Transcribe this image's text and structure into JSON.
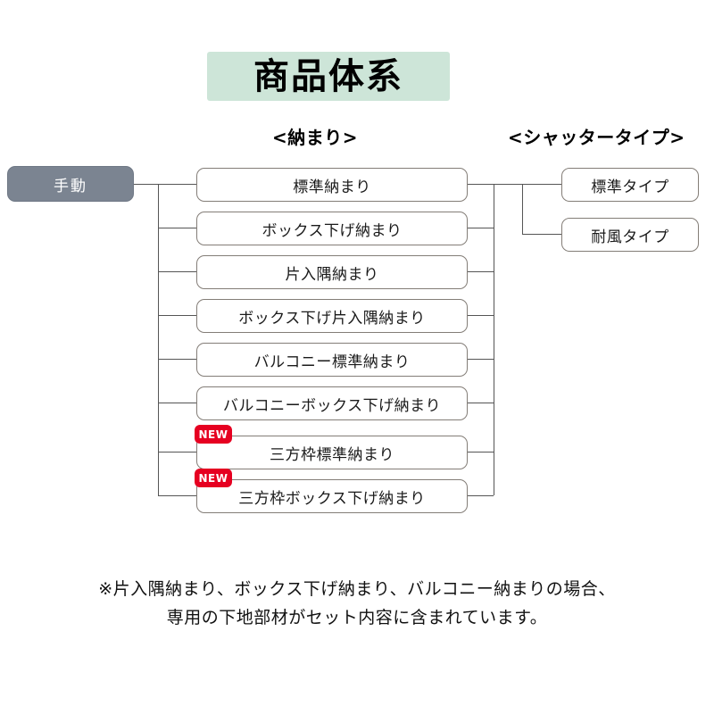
{
  "title": {
    "text": "商品体系",
    "background_color": "#cde5d8"
  },
  "headings": {
    "osamari": "<納まり>",
    "shutter_type": "<シャッタータイプ>"
  },
  "root": {
    "label": "手動",
    "background_color": "#7b8491",
    "text_color": "#ffffff"
  },
  "badge": {
    "label": "NEW",
    "color": "#e60021"
  },
  "osamari_items": [
    {
      "label": "標準納まり",
      "new": false
    },
    {
      "label": "ボックス下げ納まり",
      "new": false
    },
    {
      "label": "片入隅納まり",
      "new": false
    },
    {
      "label": "ボックス下げ片入隅納まり",
      "new": false
    },
    {
      "label": "バルコニー標準納まり",
      "new": false
    },
    {
      "label": "バルコニーボックス下げ納まり",
      "new": false
    },
    {
      "label": "三方枠標準納まり",
      "new": true
    },
    {
      "label": "三方枠ボックス下げ納まり",
      "new": true
    }
  ],
  "shutter_items": [
    {
      "label": "標準タイプ"
    },
    {
      "label": "耐風タイプ"
    }
  ],
  "footnote": {
    "line1": "※片入隅納まり、ボックス下げ納まり、バルコニー納まりの場合、",
    "line2": "専用の下地部材がセット内容に含まれています。"
  }
}
